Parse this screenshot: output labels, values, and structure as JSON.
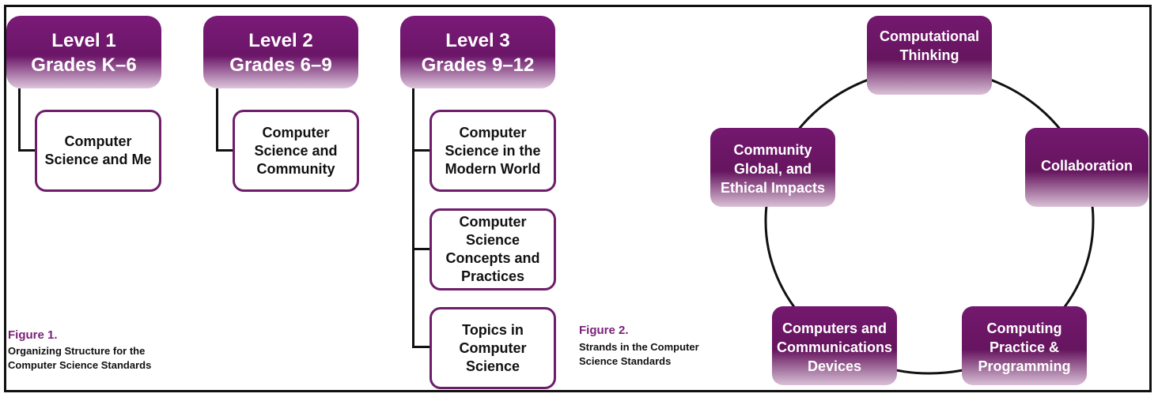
{
  "figure1": {
    "levels": [
      {
        "title": "Level 1",
        "grades": "Grades K–6",
        "courses": [
          "Computer\nScience and Me"
        ]
      },
      {
        "title": "Level 2",
        "grades": "Grades 6–9",
        "courses": [
          "Computer\nScience and\nCommunity"
        ]
      },
      {
        "title": "Level 3",
        "grades": "Grades 9–12",
        "courses": [
          "Computer\nScience in the\nModern World",
          "Computer\nScience\nConcepts and\nPractices",
          "Topics in\nComputer\nScience"
        ]
      }
    ],
    "label": "Figure 1.",
    "caption": "Organizing Structure for the\nComputer Science Standards"
  },
  "figure2": {
    "strands": [
      "Computational\nThinking",
      "Collaboration",
      "Computing\nPractice &\nProgramming",
      "Computers and\nCommunications\nDevices",
      "Community\nGlobal, and\nEthical Impacts"
    ],
    "label": "Figure 2.",
    "caption": "Strands in the Computer\nScience Standards"
  },
  "colors": {
    "purple": "#6e1a6b",
    "figure_label": "#7a1f78"
  }
}
